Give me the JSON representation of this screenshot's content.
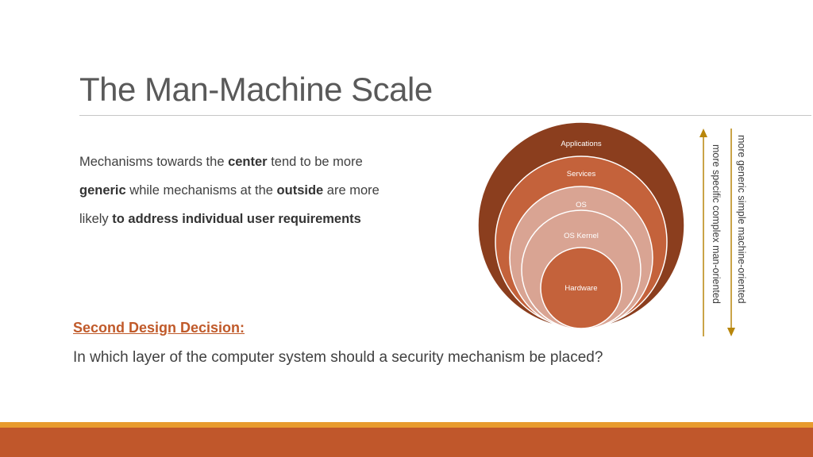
{
  "slide": {
    "title": "The Man-Machine Scale",
    "body": {
      "line1_pre": "Mechanisms towards the ",
      "line1_bold": "center",
      "line1_post": " tend to be more",
      "line2_bold1": "generic",
      "line2_mid": " while mechanisms at the ",
      "line2_bold2": "outside",
      "line2_post": " are more",
      "line3_pre": "likely ",
      "line3_bold": "to address individual user requirements"
    },
    "second_decision": {
      "heading": "Second Design Decision:",
      "question": "In which layer of the computer system should a security mechanism be placed?"
    }
  },
  "layers": [
    {
      "label": "Applications",
      "color": "#8b3e1e"
    },
    {
      "label": "Services",
      "color": "#c4623b"
    },
    {
      "label": "OS",
      "color": "#d9a493"
    },
    {
      "label": "OS Kernel",
      "color": "#d9a493"
    },
    {
      "label": "Hardware",
      "color": "#c4623b"
    }
  ],
  "scale": {
    "down_label": "more generic simple machine-oriented",
    "up_label": "more specific complex man-oriented",
    "arrow_color": "#b8860b"
  },
  "theme": {
    "accent": "#c0572b",
    "accent_light": "#e89b2e"
  }
}
